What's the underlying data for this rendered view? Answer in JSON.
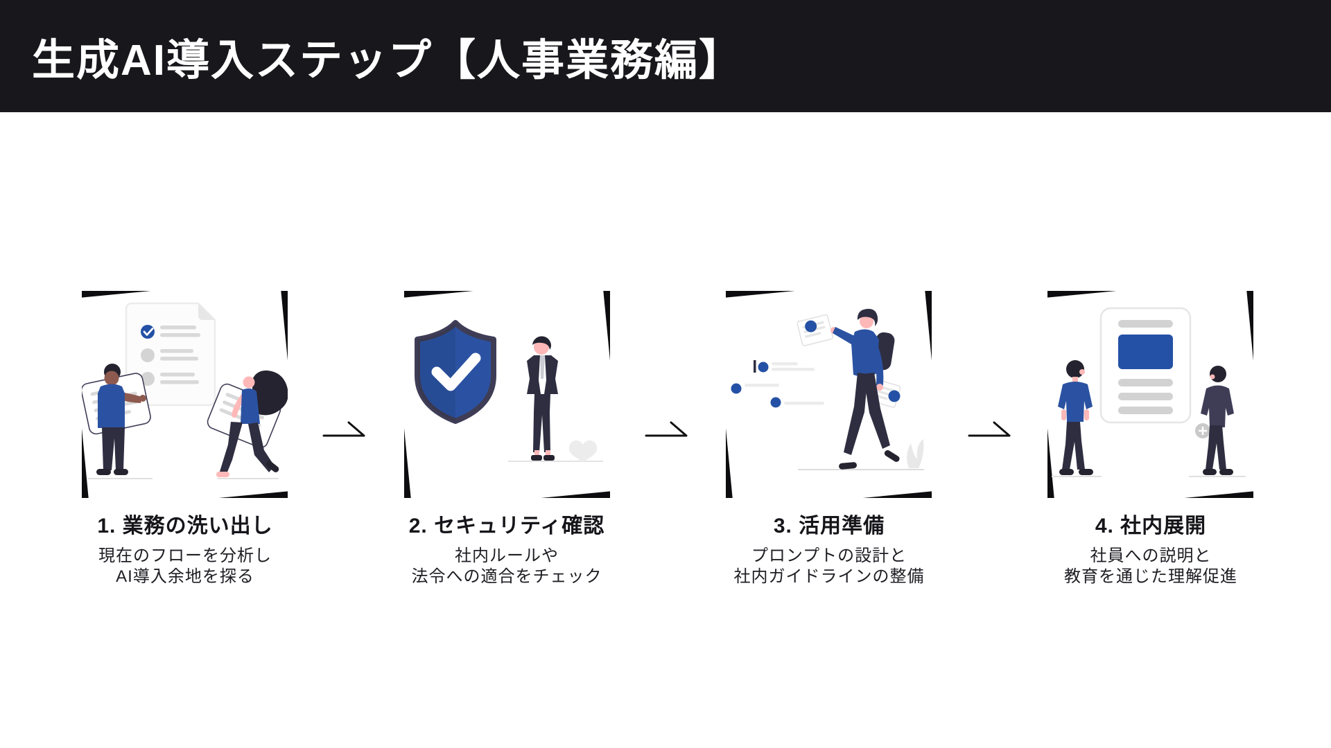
{
  "header": {
    "title": "生成AI導入ステップ【人事業務編】"
  },
  "steps": [
    {
      "title": "1. 業務の洗い出し",
      "desc_line1": "現在のフローを分析し",
      "desc_line2": "AI導入余地を探る",
      "illustration": "two-people-reviewing-checklist"
    },
    {
      "title": "2. セキュリティ確認",
      "desc_line1": "社内ルールや",
      "desc_line2": "法令への適合をチェック",
      "illustration": "shield-check-with-businessman"
    },
    {
      "title": "3. 活用準備",
      "desc_line1": "プロンプトの設計と",
      "desc_line2": "社内ガイドラインの整備",
      "illustration": "walking-man-with-documents"
    },
    {
      "title": "4. 社内展開",
      "desc_line1": "社員への説明と",
      "desc_line2": "教育を通じた理解促進",
      "illustration": "two-people-viewing-presentation"
    }
  ],
  "colors": {
    "header_bg": "#18181c",
    "frame_black": "#0d0d10",
    "accent_blue": "#2b52a2",
    "dark_navy": "#2f2e41",
    "line_gray": "#d9d9d9",
    "ground_gray": "#e0e0e0",
    "skin_light": "#ffb8b8",
    "skin_dark": "#8e5a4f",
    "text_dark": "#15151a"
  }
}
